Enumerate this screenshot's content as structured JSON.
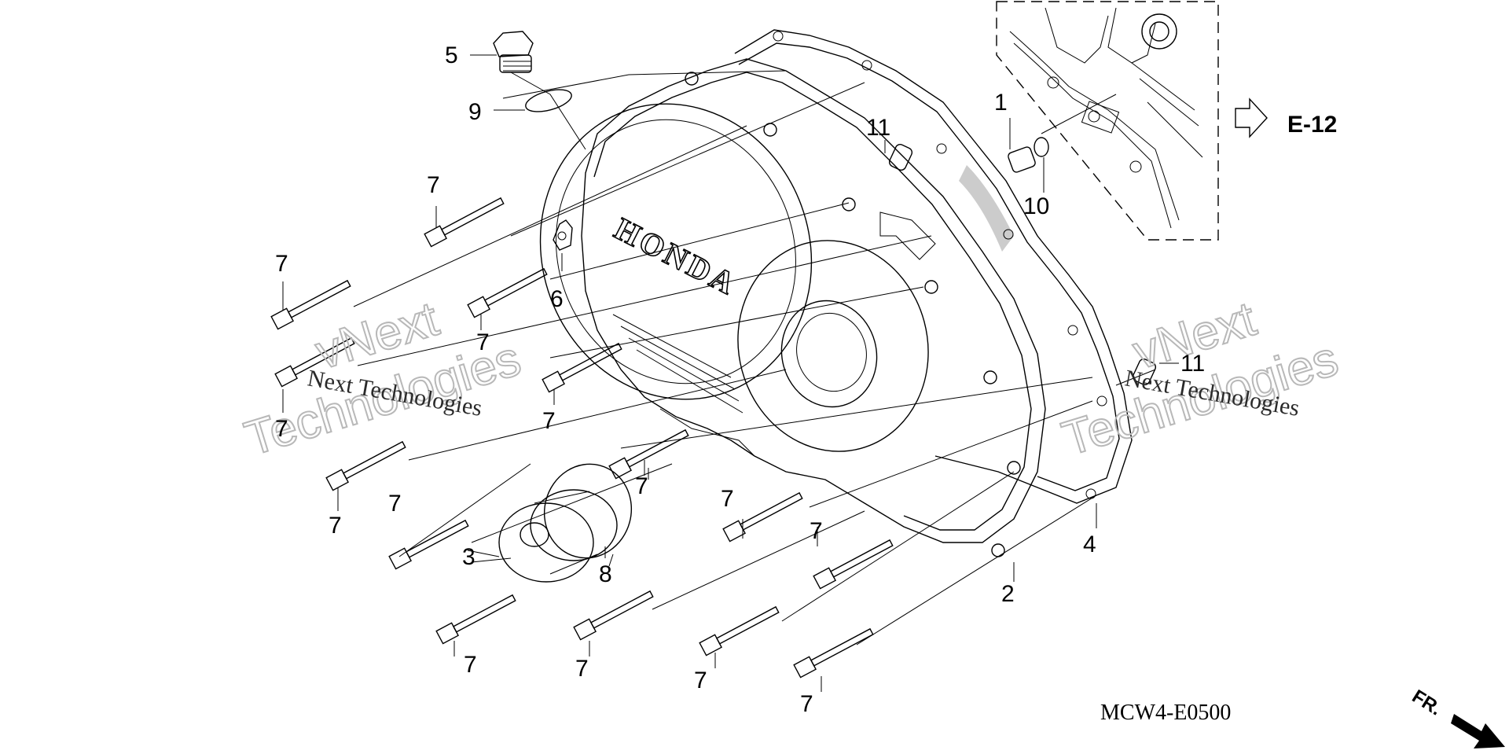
{
  "diagram": {
    "brand_text": "HONDA",
    "diagram_code": "MCW4-E0500",
    "ref_label": "E-12",
    "direction_label": "FR.",
    "watermark_small": "Next Technologies",
    "watermark_big_1": "vNext",
    "watermark_big_2": "Technologies"
  },
  "callouts": [
    {
      "id": "c5",
      "text": "5"
    },
    {
      "id": "c9",
      "text": "9"
    },
    {
      "id": "c7a",
      "text": "7"
    },
    {
      "id": "c7b",
      "text": "7"
    },
    {
      "id": "c6",
      "text": "6"
    },
    {
      "id": "c7c",
      "text": "7"
    },
    {
      "id": "c7d",
      "text": "7"
    },
    {
      "id": "c7e",
      "text": "7"
    },
    {
      "id": "c7f",
      "text": "7"
    },
    {
      "id": "c7g",
      "text": "7"
    },
    {
      "id": "c3",
      "text": "3"
    },
    {
      "id": "c8",
      "text": "8"
    },
    {
      "id": "c7h",
      "text": "7"
    },
    {
      "id": "c7i",
      "text": "7"
    },
    {
      "id": "c7j",
      "text": "7"
    },
    {
      "id": "c7k",
      "text": "7"
    },
    {
      "id": "c7l",
      "text": "7"
    },
    {
      "id": "c7m",
      "text": "7"
    },
    {
      "id": "c7n",
      "text": "7"
    },
    {
      "id": "c11a",
      "text": "11"
    },
    {
      "id": "c1",
      "text": "1"
    },
    {
      "id": "c10",
      "text": "10"
    },
    {
      "id": "c11b",
      "text": "11"
    },
    {
      "id": "c4",
      "text": "4"
    },
    {
      "id": "c2",
      "text": "2"
    }
  ]
}
